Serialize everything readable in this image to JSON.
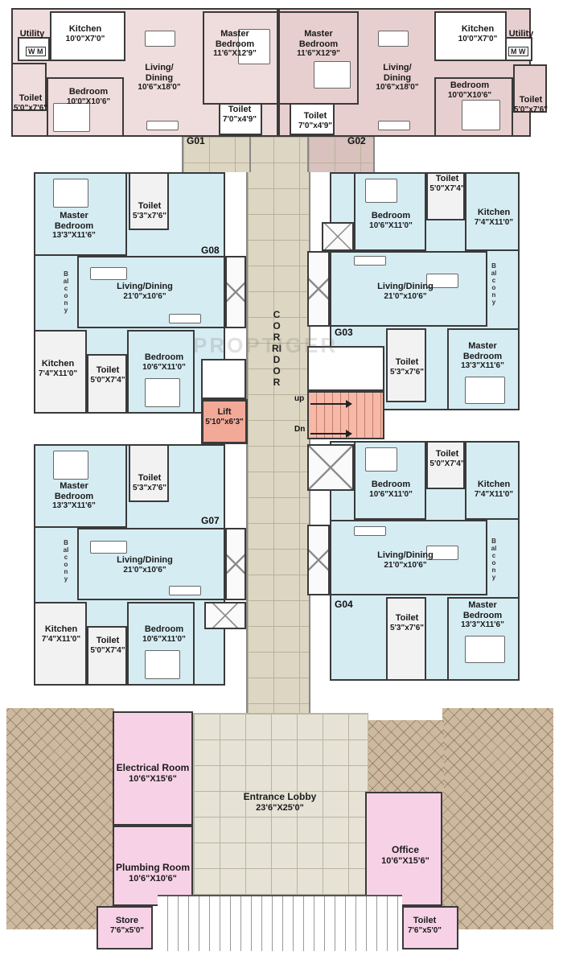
{
  "rooms": {
    "g01_utility": {
      "name": "Utility",
      "dim": ""
    },
    "g01_kitchen": {
      "name": "Kitchen",
      "dim": "10'0\"X7'0\""
    },
    "g01_living": {
      "name": "Living/ Dining",
      "dim": "10'6\"x18'0\""
    },
    "g01_master": {
      "name": "Master Bedroom",
      "dim": "11'6\"X12'9\""
    },
    "g01_toilet": {
      "name": "Toilet",
      "dim": "5'0\"x7'6\""
    },
    "g01_bedroom": {
      "name": "Bedroom",
      "dim": "10'0\"X10'6\""
    },
    "g01_toilet2": {
      "name": "Toilet",
      "dim": "7'0\"x4'9\""
    },
    "g02_master": {
      "name": "Master Bedroom",
      "dim": "11'6\"X12'9\""
    },
    "g02_kitchen": {
      "name": "Kitchen",
      "dim": "10'0\"X7'0\""
    },
    "g02_utility": {
      "name": "Utility",
      "dim": ""
    },
    "g02_living": {
      "name": "Living/ Dining",
      "dim": "10'6\"x18'0\""
    },
    "g02_bedroom": {
      "name": "Bedroom",
      "dim": "10'0\"X10'6\""
    },
    "g02_toilet": {
      "name": "Toilet",
      "dim": "5'0\"x7'6\""
    },
    "g02_toilet2": {
      "name": "Toilet",
      "dim": "7'0\"x4'9\""
    },
    "g08_master": {
      "name": "Master Bedroom",
      "dim": "13'3\"X11'6\""
    },
    "g08_toilet": {
      "name": "Toilet",
      "dim": "5'3\"x7'6\""
    },
    "g08_living": {
      "name": "Living/Dining",
      "dim": "21'0\"x10'6\""
    },
    "g08_kitchen": {
      "name": "Kitchen",
      "dim": "7'4\"X11'0\""
    },
    "g08_toilet2": {
      "name": "Toilet",
      "dim": "5'0\"X7'4\""
    },
    "g08_bedroom": {
      "name": "Bedroom",
      "dim": "10'6\"X11'0\""
    },
    "g03_toilet": {
      "name": "Toilet",
      "dim": "5'0\"X7'4\""
    },
    "g03_bedroom": {
      "name": "Bedroom",
      "dim": "10'6\"X11'0\""
    },
    "g03_kitchen": {
      "name": "Kitchen",
      "dim": "7'4\"X11'0\""
    },
    "g03_living": {
      "name": "Living/Dining",
      "dim": "21'0\"x10'6\""
    },
    "g03_toilet2": {
      "name": "Toilet",
      "dim": "5'3\"x7'6\""
    },
    "g03_master": {
      "name": "Master Bedroom",
      "dim": "13'3\"X11'6\""
    },
    "lift": {
      "name": "Lift",
      "dim": "5'10\"x6'3\""
    },
    "g07_master": {
      "name": "Master Bedroom",
      "dim": "13'3\"X11'6\""
    },
    "g07_toilet": {
      "name": "Toilet",
      "dim": "5'3\"x7'6\""
    },
    "g07_living": {
      "name": "Living/Dining",
      "dim": "21'0\"x10'6\""
    },
    "g07_kitchen": {
      "name": "Kitchen",
      "dim": "7'4\"X11'0\""
    },
    "g07_toilet2": {
      "name": "Toilet",
      "dim": "5'0\"X7'4\""
    },
    "g07_bedroom": {
      "name": "Bedroom",
      "dim": "10'6\"X11'0\""
    },
    "g04_toilet": {
      "name": "Toilet",
      "dim": "5'0\"X7'4\""
    },
    "g04_bedroom": {
      "name": "Bedroom",
      "dim": "10'6\"X11'0\""
    },
    "g04_kitchen": {
      "name": "Kitchen",
      "dim": "7'4\"X11'0\""
    },
    "g04_living": {
      "name": "Living/Dining",
      "dim": "21'0\"x10'6\""
    },
    "g04_toilet2": {
      "name": "Toilet",
      "dim": "5'3\"x7'6\""
    },
    "g04_master": {
      "name": "Master Bedroom",
      "dim": "13'3\"X11'6\""
    },
    "electrical": {
      "name": "Electrical Room",
      "dim": "10'6\"X15'6\""
    },
    "plumbing": {
      "name": "Plumbing Room",
      "dim": "10'6\"X10'6\""
    },
    "store": {
      "name": "Store",
      "dim": "7'6\"x5'0\""
    },
    "lobby": {
      "name": "Entrance Lobby",
      "dim": "23'6\"X25'0\""
    },
    "office": {
      "name": "Office",
      "dim": "10'6\"X15'6\""
    },
    "office_toilet": {
      "name": "Toilet",
      "dim": "7'6\"x5'0\""
    }
  },
  "units": [
    "G01",
    "G02",
    "G08",
    "G03",
    "G07",
    "G04"
  ],
  "corridor": "CORRIDOR",
  "stair": {
    "up": "up",
    "down": "Dn"
  },
  "balcony": "Balcony",
  "appliance": {
    "wm": "W M",
    "mw": "M W"
  },
  "watermark": "PROPTIGER",
  "colors": {
    "unit_top": "#efdcdc",
    "unit_side": "#d6ecf3",
    "service": "#f7d2e6",
    "lift": "#f2a998",
    "landscape": "#cdb9a0"
  }
}
